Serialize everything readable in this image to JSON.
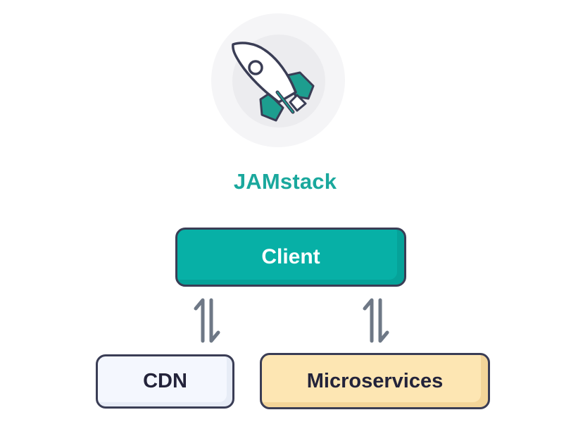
{
  "diagram": {
    "title": "JAMstack",
    "nodes": {
      "client": "Client",
      "cdn": "CDN",
      "microservices": "Microservices"
    },
    "edges": [
      {
        "from": "client",
        "to": "cdn",
        "direction": "bidirectional"
      },
      {
        "from": "client",
        "to": "microservices",
        "direction": "bidirectional"
      }
    ],
    "icons": {
      "logo": "rocket-icon",
      "connector": "bidirectional-arrows-icon"
    },
    "colors": {
      "accent": "#1aa89d",
      "client_fill": "#07b0a6",
      "cdn_fill": "#f4f7fe",
      "microservices_fill": "#fde6b3",
      "outline": "#3a3d55",
      "arrow": "#6e7886"
    }
  }
}
